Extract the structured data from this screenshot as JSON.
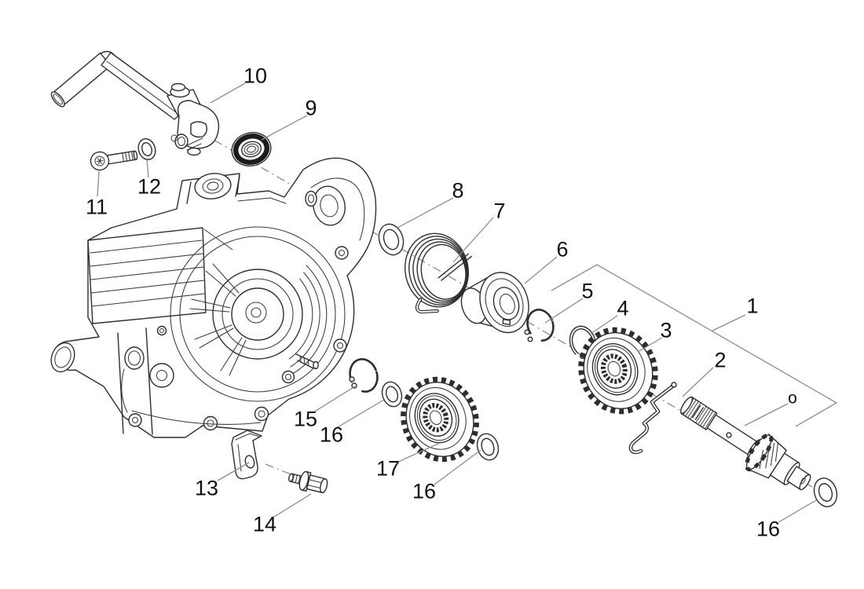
{
  "diagram": {
    "background_color": "#ffffff",
    "part_line_color": "#2e2e2e",
    "leader_line_color": "#8c8c8c",
    "label_color": "#0f0f0f"
  },
  "callouts": [
    {
      "id": "10",
      "text": "10"
    },
    {
      "id": "9",
      "text": "9"
    },
    {
      "id": "12",
      "text": "12"
    },
    {
      "id": "11",
      "text": "11"
    },
    {
      "id": "8",
      "text": "8"
    },
    {
      "id": "7",
      "text": "7"
    },
    {
      "id": "6",
      "text": "6"
    },
    {
      "id": "5",
      "text": "5"
    },
    {
      "id": "4",
      "text": "4"
    },
    {
      "id": "3",
      "text": "3"
    },
    {
      "id": "2",
      "text": "2"
    },
    {
      "id": "1",
      "text": "1"
    },
    {
      "id": "o",
      "text": "o"
    },
    {
      "id": "15",
      "text": "15"
    },
    {
      "id": "16a",
      "text": "16"
    },
    {
      "id": "17",
      "text": "17"
    },
    {
      "id": "16b",
      "text": "16"
    },
    {
      "id": "13",
      "text": "13"
    },
    {
      "id": "14",
      "text": "14"
    },
    {
      "id": "16c",
      "text": "16"
    }
  ]
}
